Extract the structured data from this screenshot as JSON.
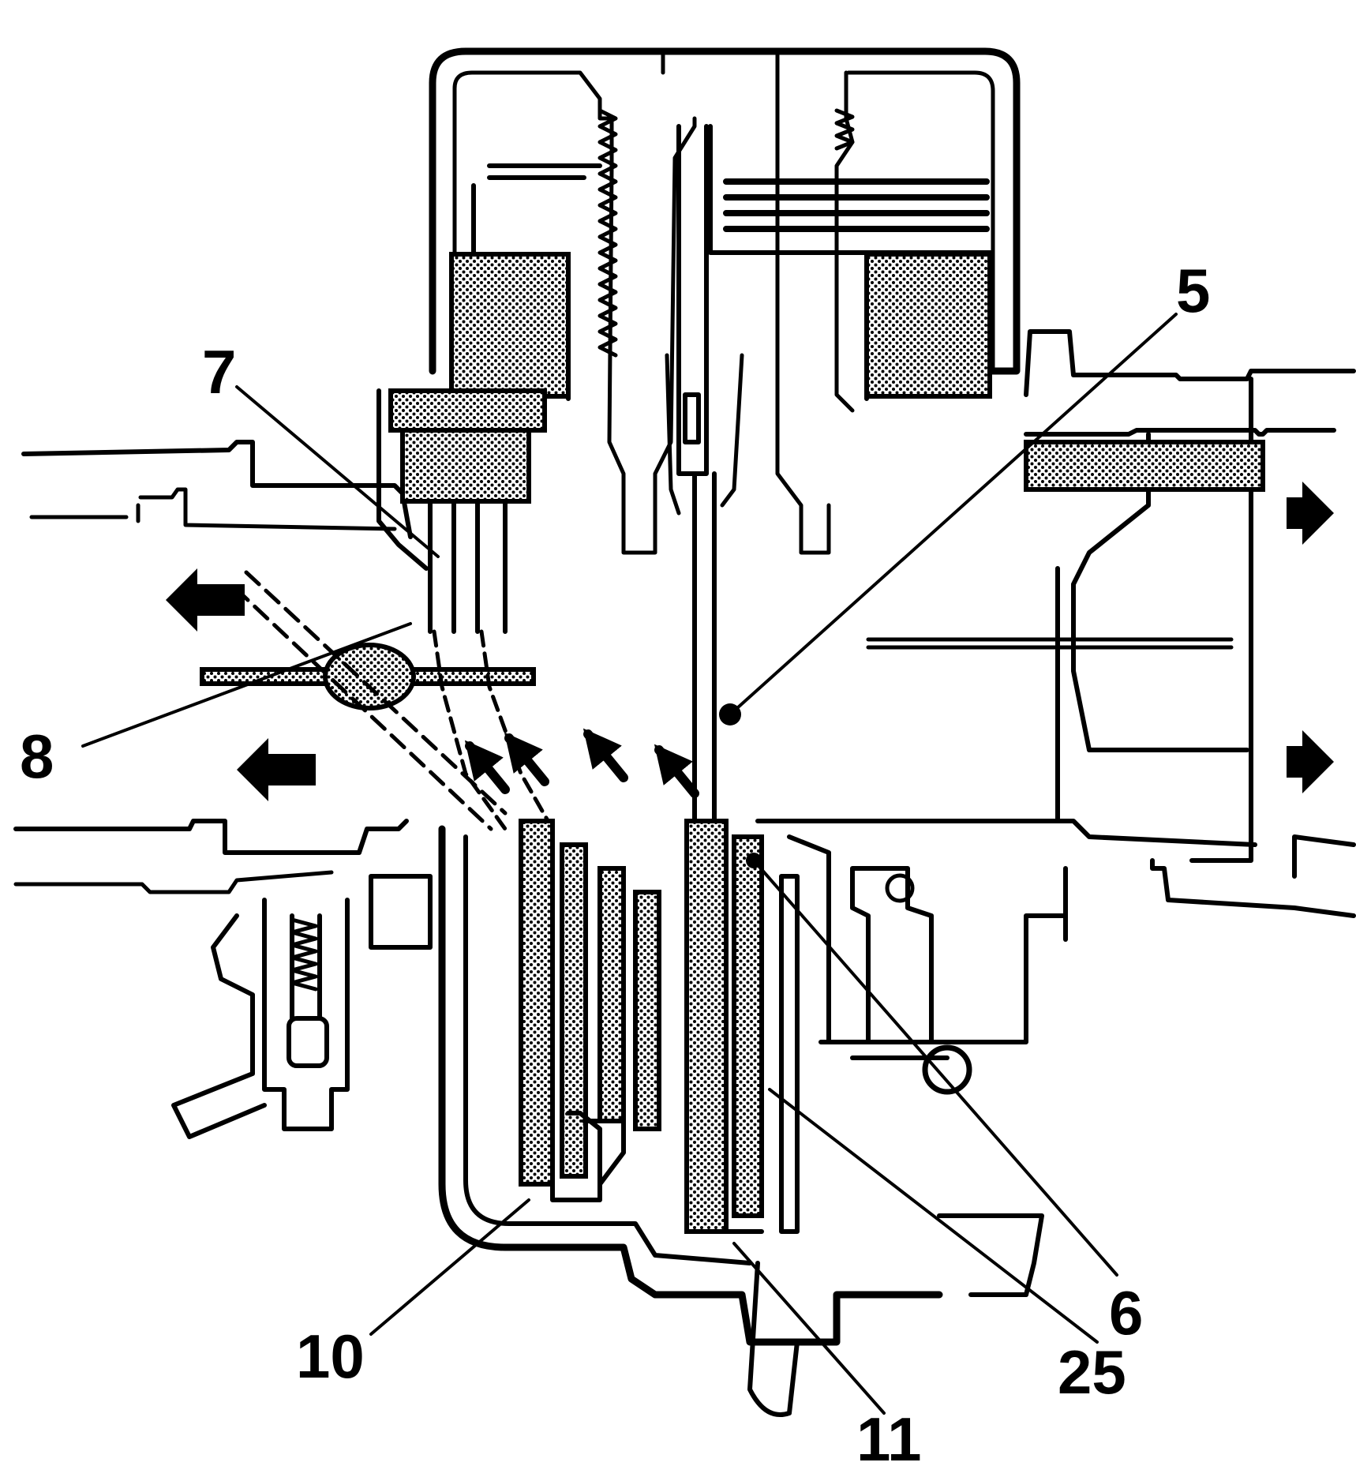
{
  "diagram": {
    "type": "carburetor-cross-section",
    "callouts": [
      {
        "id": "5",
        "label": "5"
      },
      {
        "id": "6",
        "label": "6"
      },
      {
        "id": "7",
        "label": "7"
      },
      {
        "id": "8",
        "label": "8"
      },
      {
        "id": "10",
        "label": "10"
      },
      {
        "id": "11",
        "label": "11"
      },
      {
        "id": "25",
        "label": "25"
      }
    ],
    "colors": {
      "ink": "#000000",
      "paper": "#ffffff"
    }
  }
}
